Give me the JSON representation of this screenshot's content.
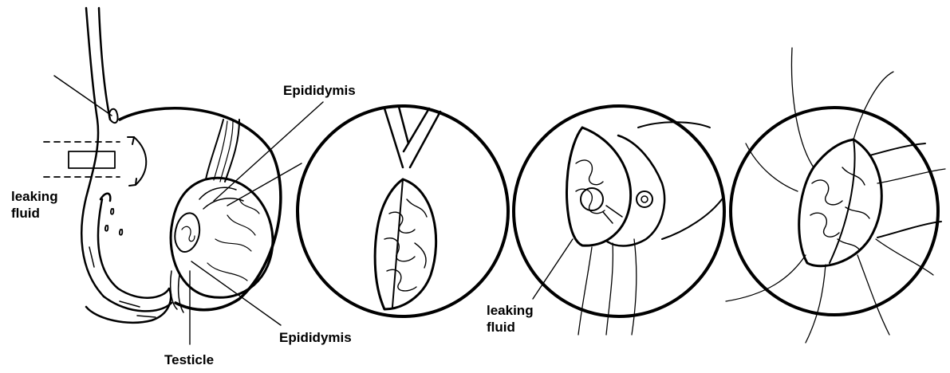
{
  "labels": {
    "epididymis_top": "Epididymis",
    "leaking_fluid_left_line1": "leaking",
    "leaking_fluid_left_line2": "fluid",
    "epididymis_bottom": "Epididymis",
    "testicle": "Testicle",
    "leaking_fluid_right_line1": "leaking",
    "leaking_fluid_right_line2": "fluid"
  },
  "colors": {
    "ink": "#000000",
    "background": "#ffffff"
  }
}
